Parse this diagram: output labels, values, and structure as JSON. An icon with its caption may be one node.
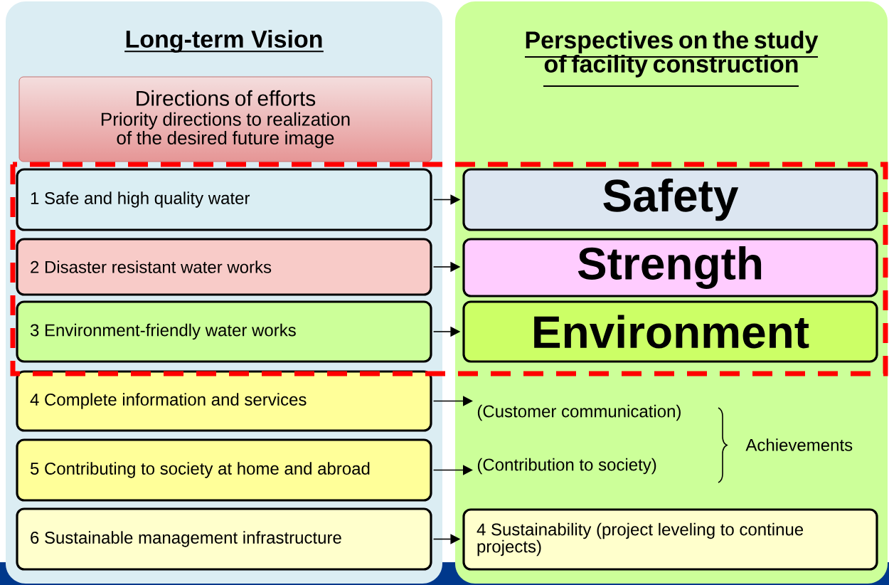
{
  "diagram": {
    "nodes": [
      {
        "text": [
          "Long-term Vision"
        ]
      },
      {
        "text": [
          "Perspectives on the study of facility construction"
        ]
      },
      {
        "text": [
          "Directions of efforts",
          "Priority directions to realization of the desired future image"
        ],
        "in": 0
      },
      {
        "text": [
          "1 Safe and high quality water"
        ],
        "in": 0
      },
      {
        "text": [
          "2 Disaster resistant water works"
        ],
        "in": 0
      },
      {
        "text": [
          "3 Environment-friendly water works"
        ],
        "in": 0
      },
      {
        "text": [
          "4 Complete information and services"
        ],
        "in": 0
      },
      {
        "text": [
          "5 Contributing to society at home and abroad"
        ],
        "in": 0
      },
      {
        "text": [
          "6 Sustainable management infrastructure"
        ],
        "in": 0
      },
      {
        "text": [
          "Safety"
        ],
        "in": 1
      },
      {
        "text": [
          "Strength"
        ],
        "in": 1
      },
      {
        "text": [
          "Environment"
        ],
        "in": 1
      },
      {
        "text": [
          "(Customer communication)"
        ],
        "in": 1
      },
      {
        "text": [
          "(Contribution to society)"
        ],
        "in": 1
      },
      {
        "text": [
          "4 Sustainability (project leveling to continue projects)"
        ],
        "in": 1
      }
    ],
    "edges": [
      {
        "from": 3,
        "to": 9,
        "arrow": "to"
      },
      {
        "from": 4,
        "to": 10,
        "arrow": "to"
      },
      {
        "from": 5,
        "to": 11,
        "arrow": "to"
      },
      {
        "from": 6,
        "to": 12,
        "arrow": "to"
      },
      {
        "from": 7,
        "to": 13,
        "arrow": "to"
      },
      {
        "from": 8,
        "to": 14,
        "arrow": "to"
      }
    ],
    "labels": [
      "Achievements"
    ]
  }
}
